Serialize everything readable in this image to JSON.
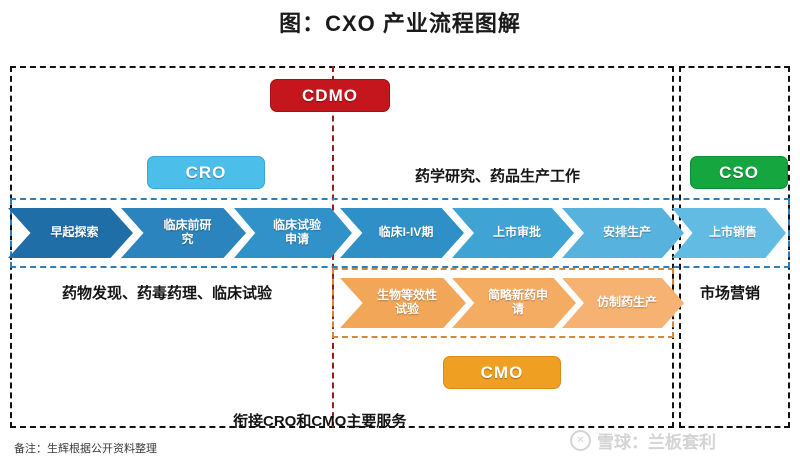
{
  "title": "图：CXO 产业流程图解",
  "badges": {
    "cdmo": {
      "label": "CDMO",
      "color": "#c4161c"
    },
    "cro": {
      "label": "CRO",
      "color": "#4cbeea"
    },
    "cso": {
      "label": "CSO",
      "color": "#15a63f"
    },
    "cmo": {
      "label": "CMO",
      "color": "#efa022"
    }
  },
  "labels": {
    "pharm_work": "药学研究、药品生产工作",
    "discovery": "药物发现、药毒药理、临床试验",
    "marketing": "市场营销",
    "bridge": "衔接CRO和CMO主要服务"
  },
  "blue_flow": {
    "color": "#3f9ed2",
    "steps": [
      {
        "label_line1": "早起探索",
        "label_line2": "",
        "color": "#1f6ea8"
      },
      {
        "label_line1": "临床前研",
        "label_line2": "究",
        "color": "#2b84bd"
      },
      {
        "label_line1": "临床试验",
        "label_line2": "申请",
        "color": "#3092c8"
      },
      {
        "label_line1": "临床I-IV期",
        "label_line2": "",
        "color": "#2e90c6"
      },
      {
        "label_line1": "上市审批",
        "label_line2": "",
        "color": "#3fa3d4"
      },
      {
        "label_line1": "安排生产",
        "label_line2": "",
        "color": "#57b3dd"
      },
      {
        "label_line1": "上市销售",
        "label_line2": "",
        "color": "#62bbe3"
      }
    ]
  },
  "orange_flow": {
    "color": "#f3a95d",
    "steps": [
      {
        "label_line1": "生物等效性",
        "label_line2": "试验",
        "color": "#f2a658"
      },
      {
        "label_line1": "简略新药申",
        "label_line2": "请",
        "color": "#f4ab62"
      },
      {
        "label_line1": "仿制药生产",
        "label_line2": "",
        "color": "#f6b273"
      }
    ]
  },
  "footnote": "备注：生辉根据公开资料整理",
  "watermark": {
    "logo": "circle-x-logo-icon",
    "text": "雪球：兰板套利"
  }
}
